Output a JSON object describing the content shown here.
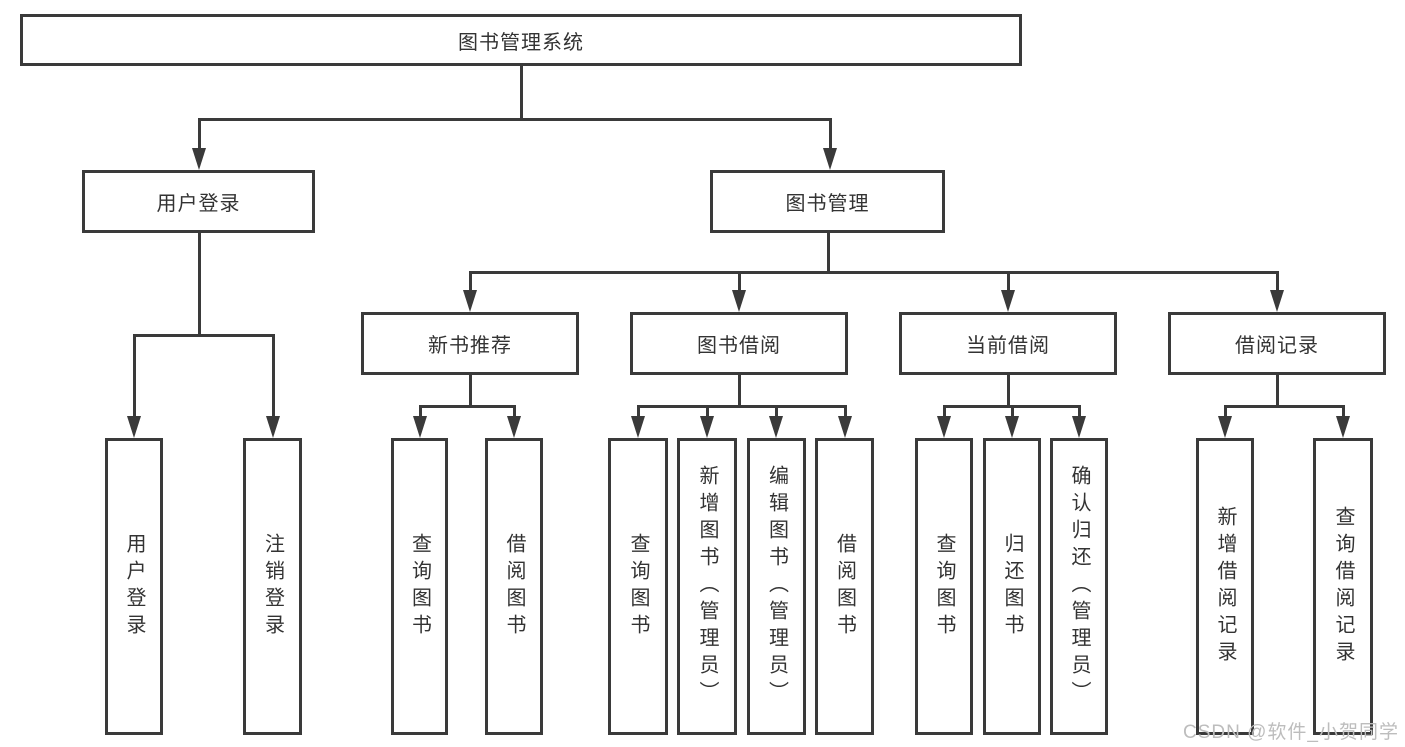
{
  "nodes": {
    "root": {
      "label": "图书管理系统"
    },
    "level2": [
      {
        "label": "用户登录"
      },
      {
        "label": "图书管理"
      }
    ],
    "level3": [
      {
        "label": "新书推荐"
      },
      {
        "label": "图书借阅"
      },
      {
        "label": "当前借阅"
      },
      {
        "label": "借阅记录"
      }
    ],
    "leaves": [
      {
        "label": "用户登录"
      },
      {
        "label": "注销登录"
      },
      {
        "label": "查询图书"
      },
      {
        "label": "借阅图书"
      },
      {
        "label": "查询图书"
      },
      {
        "label": "新增图书（管理员）"
      },
      {
        "label": "编辑图书（管理员）"
      },
      {
        "label": "借阅图书"
      },
      {
        "label": "查询图书"
      },
      {
        "label": "归还图书"
      },
      {
        "label": "确认归还（管理员）"
      },
      {
        "label": "新增借阅记录"
      },
      {
        "label": "查询借阅记录"
      }
    ]
  },
  "watermark": {
    "text": "CSDN @软件_小贺同学"
  },
  "colors": {
    "line": "#3a3a3a",
    "node_text": "#333333",
    "background": "#ffffff",
    "watermark": "#bdbdbd"
  }
}
